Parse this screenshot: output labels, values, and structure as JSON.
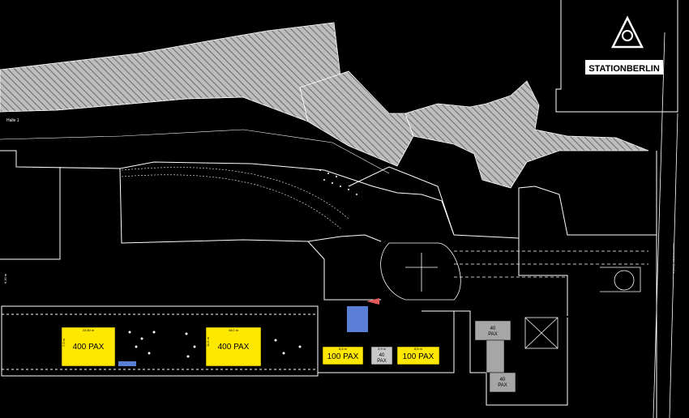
{
  "logo": {
    "text": "STATIONBERLIN"
  },
  "labels": {
    "hall_left": "Halle 1",
    "street_right": "Luckenwalder Straße",
    "left_dim": "6,20 m"
  },
  "rooms": [
    {
      "id": "room-a",
      "label": "400 PAX",
      "dim_top": "23,60 m",
      "dim_side": "7,9 m",
      "color": "#ffe800"
    },
    {
      "id": "room-b",
      "label": "400 PAX",
      "dim_top": "18,0 m",
      "dim_side": "11,6 m",
      "color": "#ffe800"
    },
    {
      "id": "room-c",
      "label": "100 PAX",
      "dim_top": "8,6 m",
      "dim_side": "",
      "color": "#ffe800"
    },
    {
      "id": "room-d",
      "label": "40\nPAX",
      "label_1": "40",
      "label_2": "PAX",
      "dim_top": "3,9 m",
      "color": "#c8c8c8"
    },
    {
      "id": "room-e",
      "label": "100 PAX",
      "dim_top": "8,6 m",
      "dim_side": "",
      "color": "#ffe800"
    },
    {
      "id": "room-f",
      "label_1": "40",
      "label_2": "PAX",
      "color": "#a6a6a6"
    },
    {
      "id": "room-g",
      "label_1": "40",
      "label_2": "PAX",
      "color": "#a6a6a6"
    }
  ],
  "colors": {
    "background": "#000000",
    "lines": "#ffffff",
    "hatch_fill": "#bdbdbd",
    "yellow_room": "#ffe800",
    "grey_room": "#a6a6a6",
    "blue_room": "#5b7ed6",
    "marker": "#e25a5a"
  }
}
